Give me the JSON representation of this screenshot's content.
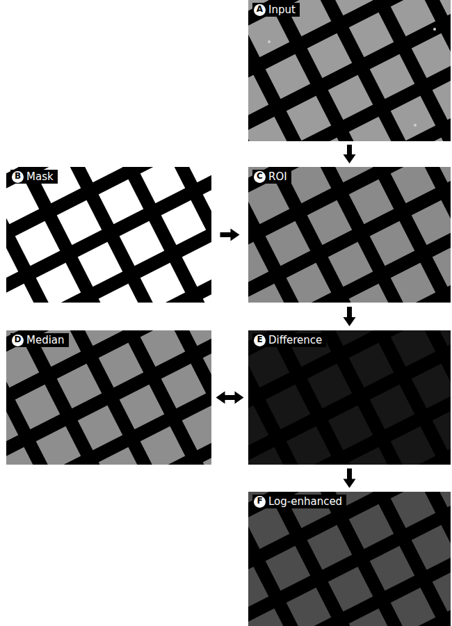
{
  "diagram": {
    "nodes": [
      {
        "text": [
          "A",
          "Input"
        ]
      },
      {
        "text": [
          "B",
          "Mask"
        ]
      },
      {
        "text": [
          "C",
          "ROI"
        ]
      },
      {
        "text": [
          "D",
          "Median"
        ]
      },
      {
        "text": [
          "E",
          "Difference"
        ]
      },
      {
        "text": [
          "F",
          "Log-enhanced"
        ]
      }
    ],
    "edges": [
      {
        "from": 0,
        "to": 2,
        "arrow": "to"
      },
      {
        "from": 1,
        "to": 2,
        "arrow": "to"
      },
      {
        "from": 2,
        "to": 4,
        "arrow": "to"
      },
      {
        "from": 3,
        "to": 4,
        "arrow": "both"
      },
      {
        "from": 4,
        "to": 5,
        "arrow": "to"
      }
    ]
  }
}
